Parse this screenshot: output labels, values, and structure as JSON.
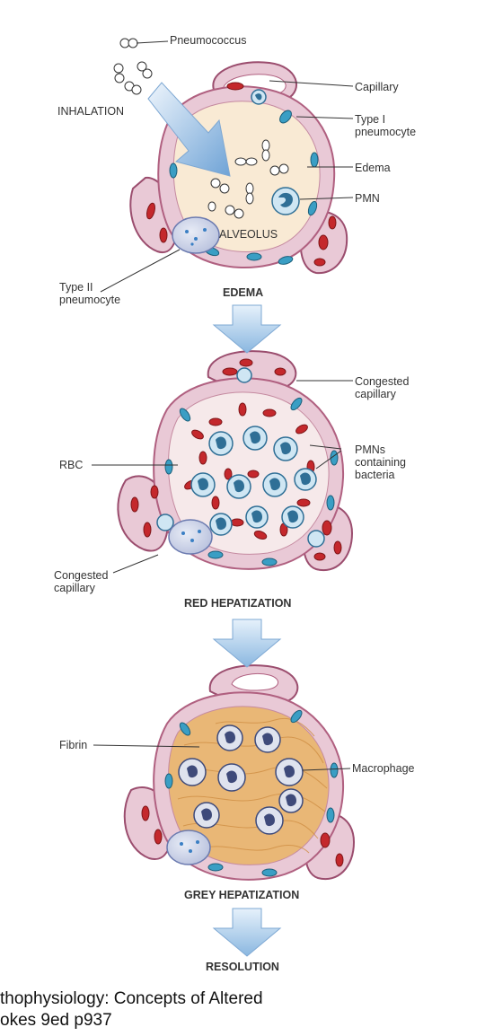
{
  "labels": {
    "pneumococcus": "Pneumococcus",
    "inhalation": "INHALATION",
    "capillary": "Capillary",
    "type1": "Type I\npneumocyte",
    "edema": "Edema",
    "pmn": "PMN",
    "alveolus": "ALVEOLUS",
    "type2": "Type II\npneumocyte",
    "congested_capillary_top": "Congested\ncapillary",
    "rbc": "RBC",
    "pmns_bacteria": "PMNs\ncontaining\nbacteria",
    "congested_capillary_left": "Congested\ncapillary",
    "fibrin": "Fibrin",
    "macrophage": "Macrophage"
  },
  "stages": {
    "edema": "EDEMA",
    "red": "RED HEPATIZATION",
    "grey": "GREY HEPATIZATION",
    "resolution": "RESOLUTION"
  },
  "caption": {
    "line1": "thophysiology: Concepts of Altered",
    "line2": "okes 9ed p937"
  },
  "colors": {
    "wall": "#e9c9d6",
    "wall_edge": "#b06080",
    "edema_fill": "#f9ead4",
    "red_fill": "#f6e9ea",
    "grey_fill": "#e9b776",
    "rbc": "#c4282c",
    "nucleus_blue": "#3a9ec4",
    "arrow": "#9ec6e8"
  }
}
